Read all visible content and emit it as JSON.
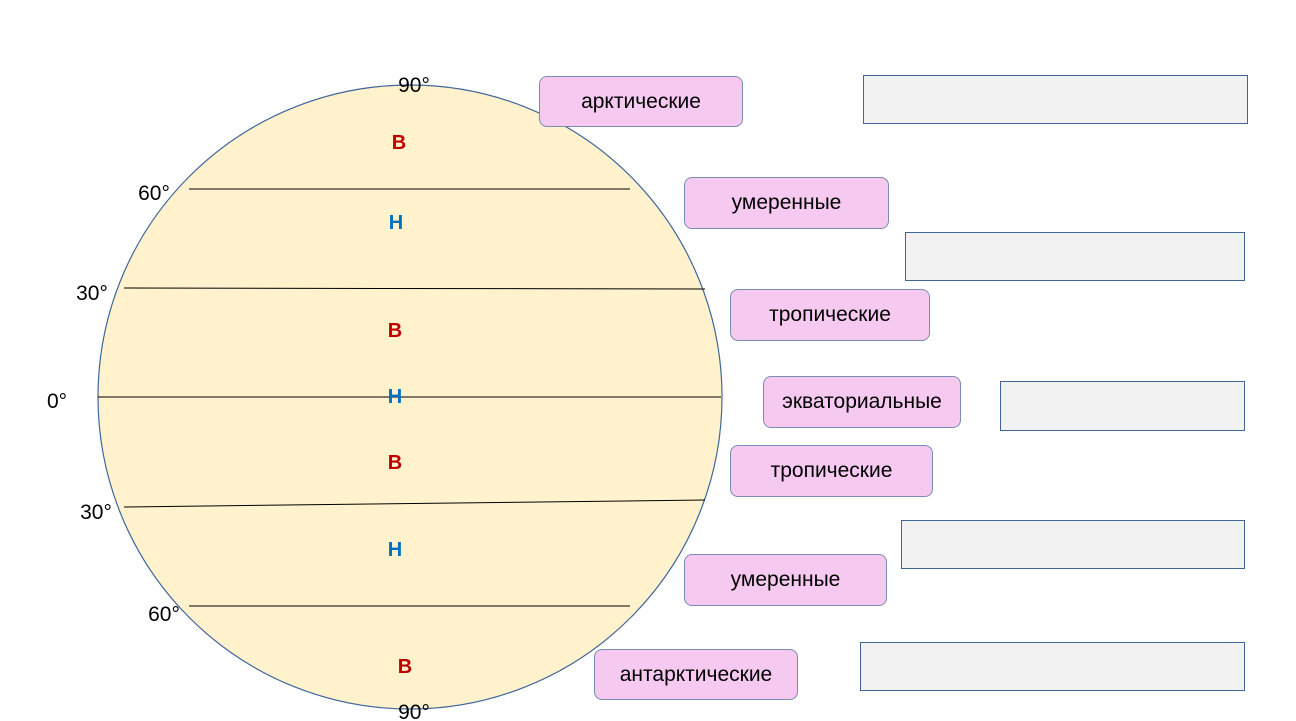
{
  "latitude_labels": {
    "north_pole": "90°",
    "north_60": "60°",
    "north_30": "30°",
    "equator": "0°",
    "south_30": "30°",
    "south_60": "60°",
    "south_pole": "90°"
  },
  "pressure_zones": [
    {
      "letter": "В",
      "kind": "high",
      "color": "#c00000"
    },
    {
      "letter": "Н",
      "kind": "low",
      "color": "#0070c0"
    },
    {
      "letter": "В",
      "kind": "high",
      "color": "#c00000"
    },
    {
      "letter": "Н",
      "kind": "low",
      "color": "#0070c0"
    },
    {
      "letter": "В",
      "kind": "high",
      "color": "#c00000"
    },
    {
      "letter": "Н",
      "kind": "low",
      "color": "#0070c0"
    },
    {
      "letter": "В",
      "kind": "high",
      "color": "#c00000"
    }
  ],
  "belt_labels": [
    {
      "text": "арктические"
    },
    {
      "text": "умеренные"
    },
    {
      "text": "тропические"
    },
    {
      "text": "экваториальные"
    },
    {
      "text": "тропические"
    },
    {
      "text": "умеренные"
    },
    {
      "text": "антарктические"
    }
  ],
  "colors": {
    "globe_fill": "#fff2cc",
    "globe_stroke": "#41669b",
    "label_fill": "#f5c9f0",
    "answer_fill": "#f2f2f2",
    "high_pressure": "#c00000",
    "low_pressure": "#0070c0"
  }
}
